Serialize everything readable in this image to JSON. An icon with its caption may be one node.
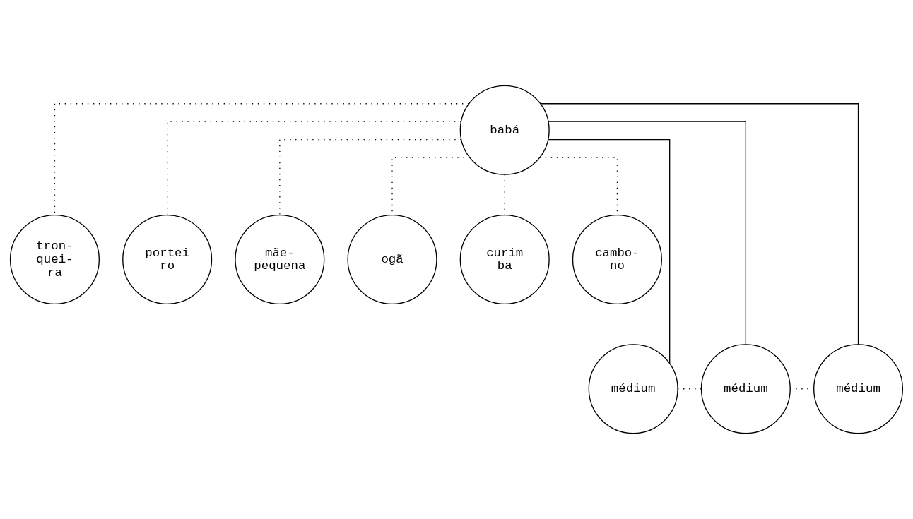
{
  "diagram": {
    "nodes": [
      {
        "text": [
          "babá"
        ]
      },
      {
        "text": [
          "tron- quei- ra"
        ]
      },
      {
        "text": [
          "portei ro"
        ]
      },
      {
        "text": [
          "mãe- pequena"
        ]
      },
      {
        "text": [
          "ogã"
        ]
      },
      {
        "text": [
          "curim ba"
        ]
      },
      {
        "text": [
          "cambo- no"
        ]
      },
      {
        "text": [
          "médium"
        ]
      },
      {
        "text": [
          "médium"
        ]
      },
      {
        "text": [
          "médium"
        ]
      }
    ],
    "edges": [
      {
        "from": 0,
        "to": 1,
        "arrow": "none",
        "style": "dashed"
      },
      {
        "from": 0,
        "to": 2,
        "arrow": "none",
        "style": "dashed"
      },
      {
        "from": 0,
        "to": 3,
        "arrow": "none",
        "style": "dashed"
      },
      {
        "from": 0,
        "to": 4,
        "arrow": "none",
        "style": "dashed"
      },
      {
        "from": 0,
        "to": 5,
        "arrow": "none",
        "style": "dashed"
      },
      {
        "from": 0,
        "to": 6,
        "arrow": "none",
        "style": "dashed"
      },
      {
        "from": 0,
        "to": 7,
        "arrow": "none"
      },
      {
        "from": 0,
        "to": 8,
        "arrow": "none"
      },
      {
        "from": 0,
        "to": 9,
        "arrow": "none"
      },
      {
        "from": 7,
        "to": 8,
        "arrow": "none",
        "style": "dashed"
      },
      {
        "from": 8,
        "to": 9,
        "arrow": "none",
        "style": "dashed"
      }
    ]
  }
}
